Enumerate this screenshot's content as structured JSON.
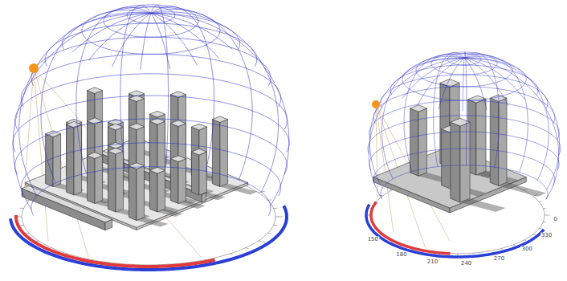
{
  "diagram": {
    "labels": [
      "150",
      "180",
      "210",
      "240",
      "270",
      "300",
      "330",
      "0"
    ]
  }
}
